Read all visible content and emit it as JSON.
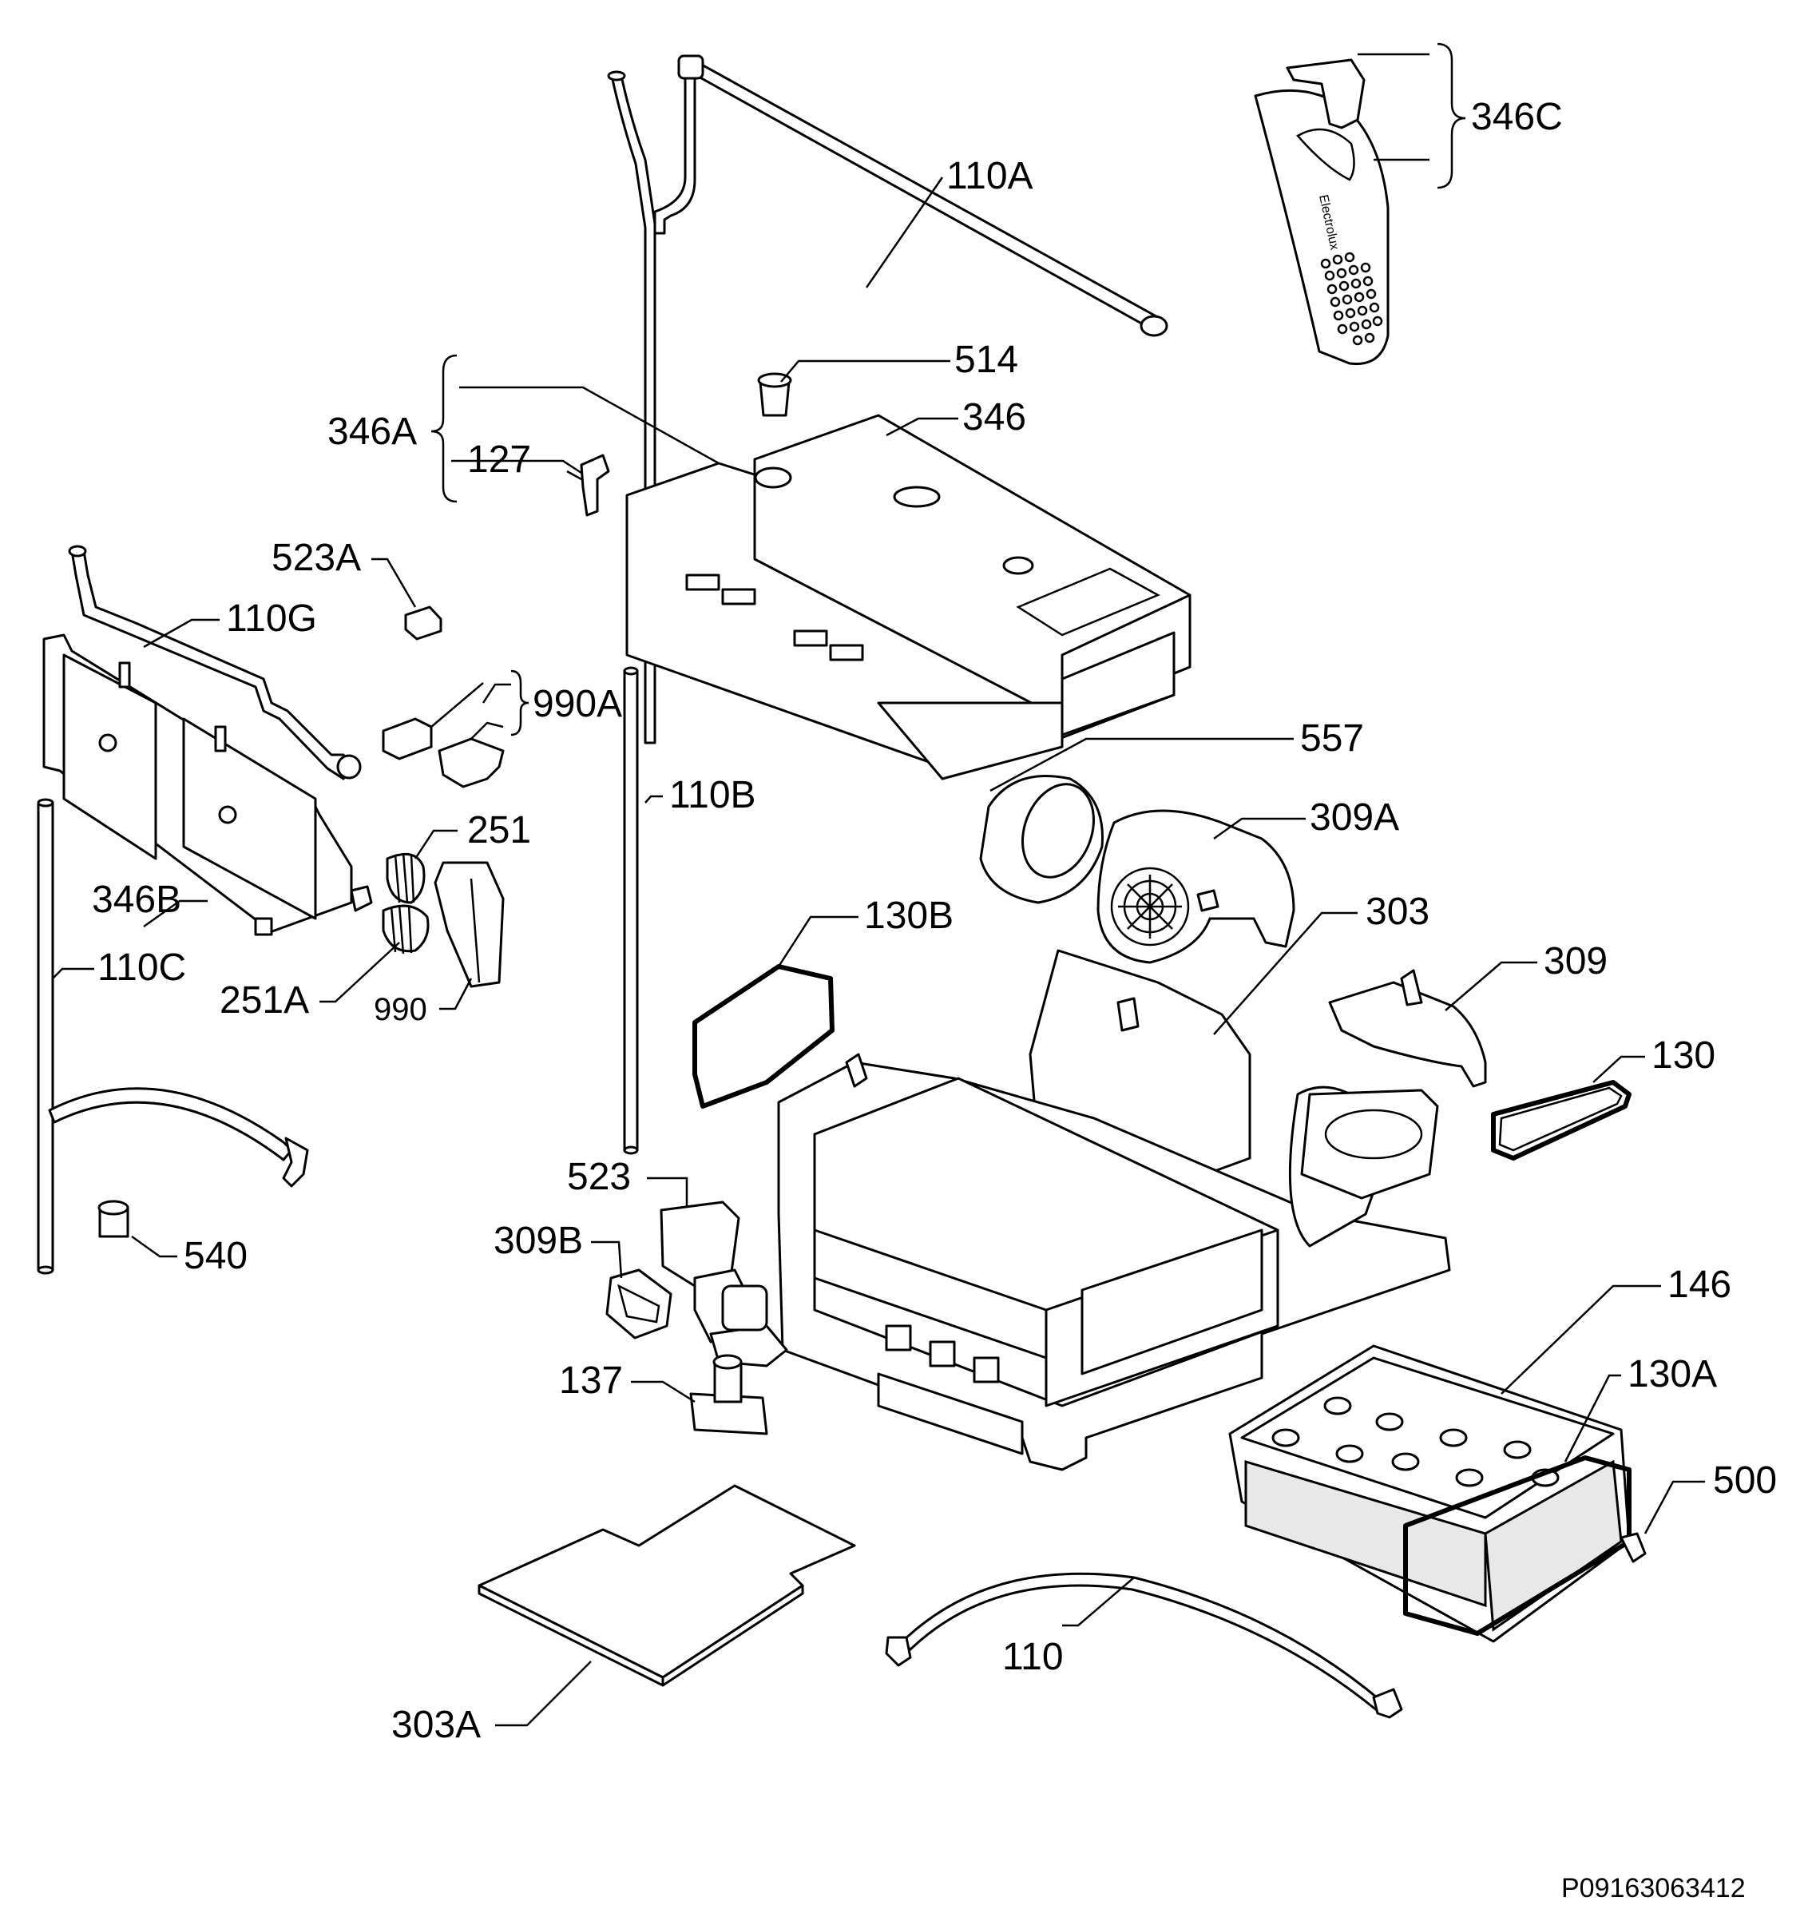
{
  "labels": {
    "l110A": "110A",
    "l346C": "346C",
    "l514": "514",
    "l346": "346",
    "l346A": "346A",
    "l127": "127",
    "l523A": "523A",
    "l110G": "110G",
    "l990A": "990A",
    "l557": "557",
    "l110B": "110B",
    "l251": "251",
    "l309A": "309A",
    "l346B": "346B",
    "l303": "303",
    "l130B": "130B",
    "l110C": "110C",
    "l251A": "251A",
    "l990": "990",
    "l309": "309",
    "l130": "130",
    "l523": "523",
    "l540": "540",
    "l309B": "309B",
    "l146": "146",
    "l137": "137",
    "l130A": "130A",
    "l500": "500",
    "l110": "110",
    "l303A": "303A"
  },
  "drawing_code": "P09163063412",
  "brand_mark": "Electrolux"
}
